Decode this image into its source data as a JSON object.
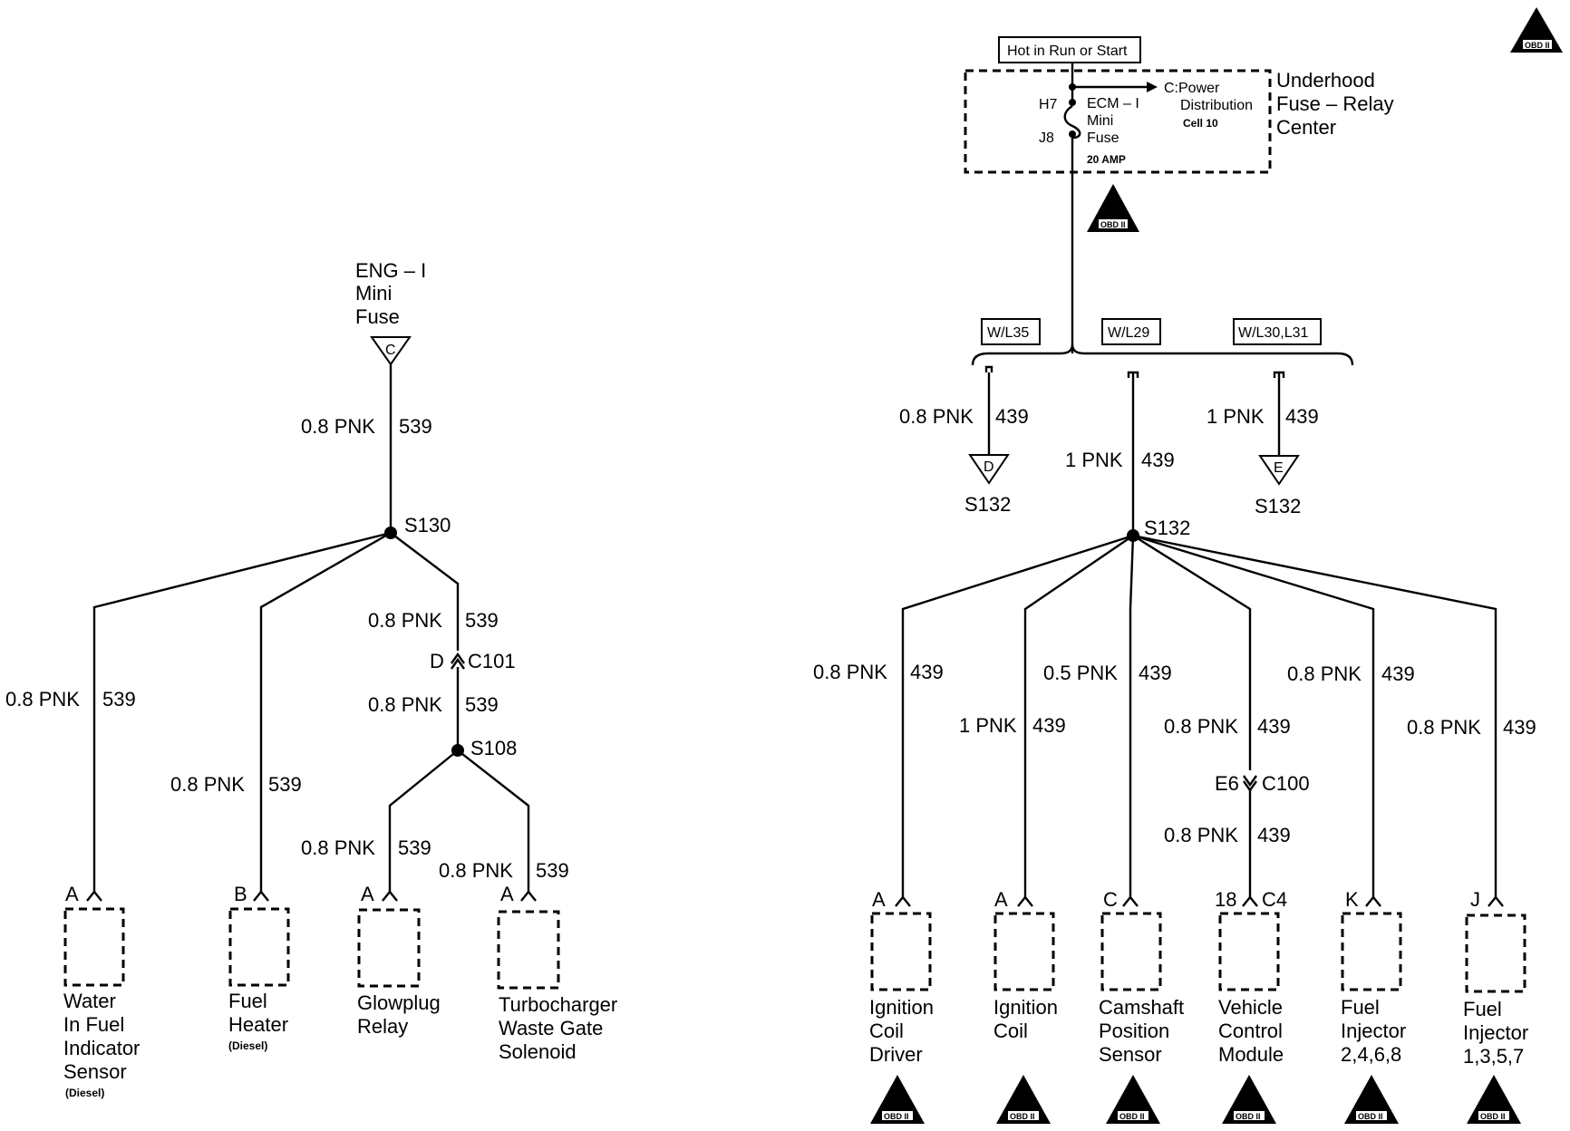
{
  "left": {
    "source": [
      "ENG – I",
      "Mini",
      "Fuse"
    ],
    "source_connector": "C",
    "main_wire": {
      "gauge": "0.8 PNK",
      "circuit": "539"
    },
    "splice_main": "S130",
    "branch_a": {
      "gauge": "0.8 PNK",
      "circuit": "539",
      "pin": "A",
      "name": [
        "Water",
        "In Fuel",
        "Indicator",
        "Sensor"
      ],
      "note": "(Diesel)"
    },
    "branch_b": {
      "gauge": "0.8 PNK",
      "circuit": "539",
      "pin": "B",
      "name": [
        "Fuel",
        "Heater"
      ],
      "note": "(Diesel)"
    },
    "branch_c_upper": {
      "gauge": "0.8 PNK",
      "circuit": "539"
    },
    "connector_c101": {
      "pin": "D",
      "id": "C101"
    },
    "branch_c_lower": {
      "gauge": "0.8 PNK",
      "circuit": "539"
    },
    "splice_s108": "S108",
    "glowplug": {
      "gauge": "0.8 PNK",
      "circuit": "539",
      "pin": "A",
      "name": [
        "Glowplug",
        "Relay"
      ]
    },
    "turbo": {
      "gauge": "0.8 PNK",
      "circuit": "539",
      "pin": "A",
      "name": [
        "Turbocharger",
        "Waste Gate",
        "Solenoid"
      ]
    }
  },
  "right": {
    "hot_label": "Hot in Run or Start",
    "fuse_pin_top": "H7",
    "fuse_pin_bottom": "J8",
    "fuse_name": [
      "ECM – I",
      "Mini",
      "Fuse"
    ],
    "fuse_rating": "20 AMP",
    "power_ref": [
      "C:Power",
      "Distribution",
      "Cell 10"
    ],
    "center_name": [
      "Underhood",
      "Fuse – Relay",
      "Center"
    ],
    "option_tags": [
      "W/L35",
      "W/L29",
      "W/L30,L31"
    ],
    "wire_d": {
      "gauge": "0.8 PNK",
      "circuit": "439",
      "connector": "D",
      "splice": "S132"
    },
    "wire_center": {
      "gauge": "1 PNK",
      "circuit": "439"
    },
    "wire_e": {
      "gauge": "1 PNK",
      "circuit": "439",
      "connector": "E",
      "splice": "S132"
    },
    "splice_main": "S132",
    "components": [
      {
        "gauge": "0.8 PNK",
        "circuit": "439",
        "pin": "A",
        "name": [
          "Ignition",
          "Coil",
          "Driver"
        ]
      },
      {
        "gauge": "1 PNK",
        "circuit": "439",
        "pin": "A",
        "name": [
          "Ignition",
          "Coil"
        ]
      },
      {
        "gauge": "0.5 PNK",
        "circuit": "439",
        "pin": "C",
        "name": [
          "Camshaft",
          "Position",
          "Sensor"
        ]
      },
      {
        "gauge": "0.8 PNK",
        "circuit": "439",
        "pin": "18",
        "pin2": "C4",
        "name": [
          "Vehicle",
          "Control",
          "Module"
        ]
      },
      {
        "gauge": "0.8 PNK",
        "circuit": "439",
        "pin": "K",
        "name": [
          "Fuel",
          "Injector",
          "2,4,6,8"
        ]
      },
      {
        "gauge": "0.8 PNK",
        "circuit": "439",
        "pin": "J",
        "name": [
          "Fuel",
          "Injector",
          "1,3,5,7"
        ]
      }
    ],
    "vcm_connector": {
      "pin": "E6",
      "id": "C100"
    },
    "vcm_lower": {
      "gauge": "0.8 PNK",
      "circuit": "439"
    },
    "obd_label": "OBD II"
  }
}
